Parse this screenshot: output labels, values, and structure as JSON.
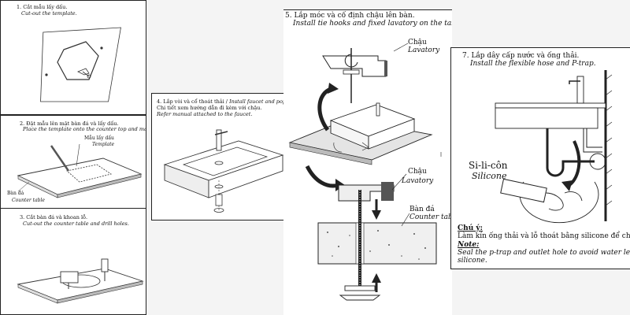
{
  "step1": {
    "title": "1. Cắt mẫu lấy dấu.",
    "subtitle": "Cut-out the template."
  },
  "step2": {
    "title": "2. Đặt mẫu lên mặt bàn đá và lấy dấu.",
    "subtitle": "Place the template onto the counter top and marking.",
    "template_vi": "Mẫu lấy dấu",
    "template_en": "Template",
    "counter_vi": "Bàn đá",
    "counter_en": "Counter table"
  },
  "step3": {
    "title": "3. Cắt bàn đá và khoan lỗ.",
    "subtitle": "Cut-out the counter table and drill holes."
  },
  "step4": {
    "title_vi": "4. Lắp vòi và cổ thoát thải /",
    "title_en": "Install faucet and pop-up waste.",
    "note_vi": "Chi tiết xem hướng dẫn đi kèm với chậu.",
    "note_en": "Refer manual attached to the faucet."
  },
  "step5": {
    "title": "5. Lắp móc và cố định chậu lên bàn.",
    "subtitle": "Install tie hooks and fixed lavatory on the table.",
    "lavatory_vi_1": "Chậu",
    "lavatory_en_1": "Lavatory",
    "lavatory_vi_2": "Chậu",
    "lavatory_en_2": "Lavatory",
    "counter_vi": "Bàn đá",
    "counter_en": "Counter table"
  },
  "step7": {
    "title": "7. Lắp dây cấp nước và ống thải.",
    "subtitle": "Install the flexible hose and P-trap.",
    "silicone_vi": "Si-li-côn",
    "silicone_en": "Silicone",
    "note_vi_label": "Chú ý:",
    "note_vi": "Làm kín ống thải và lỗ thoát bằng silicone để chống rò nước.",
    "note_en_label": "Note:",
    "note_en_1": "Seal the p-trap and outlet hole to avoid water leakage by",
    "note_en_2": "silicone."
  }
}
